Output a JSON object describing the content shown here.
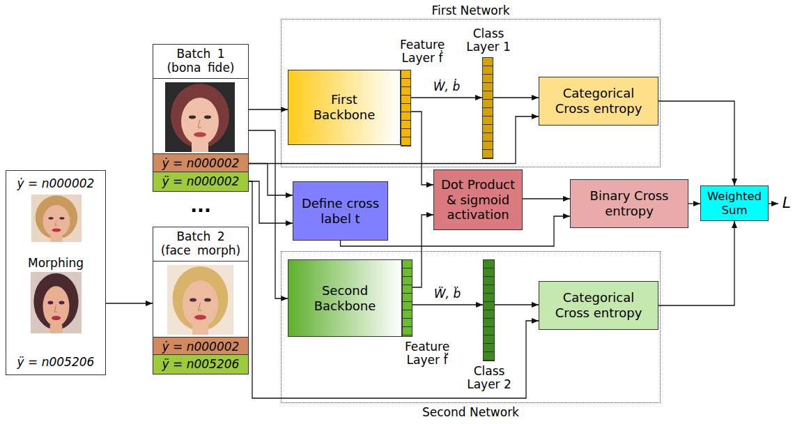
{
  "diagram": {
    "nodes": [
      {
        "text": [
          "ẏ = n000002",
          "Morphing",
          "ÿ = n005206"
        ]
      },
      {
        "text": [
          "Batch 1 (bona fide)"
        ]
      },
      {
        "text": [
          "ẏ = n000002"
        ],
        "in": 1
      },
      {
        "text": [
          "ÿ = n000002"
        ],
        "in": 1
      },
      {
        "text": [
          "Batch 2 (face morph)"
        ]
      },
      {
        "text": [
          "ẏ = n000002"
        ],
        "in": 4
      },
      {
        "text": [
          "ÿ = n005206"
        ],
        "in": 4
      },
      {
        "text": [
          "First Network"
        ]
      },
      {
        "text": [
          "First Backbone"
        ],
        "in": 7
      },
      {
        "text": [
          "Feature Layer ḟ"
        ],
        "in": 7
      },
      {
        "text": [
          "Class Layer 1"
        ],
        "in": 7
      },
      {
        "text": [
          "Categorical Cross entropy"
        ],
        "in": 7
      },
      {
        "text": [
          "Define cross label t"
        ]
      },
      {
        "text": [
          "Dot Product & sigmoid activation"
        ]
      },
      {
        "text": [
          "Binary Cross entropy"
        ]
      },
      {
        "text": [
          "Weighted Sum"
        ]
      },
      {
        "text": [
          "Second Network"
        ]
      },
      {
        "text": [
          "Second Backbone"
        ],
        "in": 16
      },
      {
        "text": [
          "Feature Layer f̈"
        ],
        "in": 16
      },
      {
        "text": [
          "Class Layer 2"
        ],
        "in": 16
      },
      {
        "text": [
          "Categorical Cross entropy"
        ],
        "in": 16
      }
    ],
    "edges": [
      {
        "from": 0,
        "to": 4,
        "arrow": "to"
      },
      {
        "from": 1,
        "to": 8,
        "arrow": "to"
      },
      {
        "from": 1,
        "to": 17,
        "arrow": "to"
      },
      {
        "from": 2,
        "to": 11,
        "arrow": "to"
      },
      {
        "from": 2,
        "to": 12,
        "arrow": "to"
      },
      {
        "from": 3,
        "to": 12,
        "arrow": "to"
      },
      {
        "from": 3,
        "to": 20,
        "arrow": "to"
      },
      {
        "from": 9,
        "to": 10,
        "label": "Ẇ, ḃ",
        "arrow": "to"
      },
      {
        "from": 10,
        "to": 11,
        "arrow": "to"
      },
      {
        "from": 9,
        "to": 13,
        "arrow": "to"
      },
      {
        "from": 18,
        "to": 13,
        "arrow": "to"
      },
      {
        "from": 18,
        "to": 19,
        "label": "Ẅ, b̈",
        "arrow": "to"
      },
      {
        "from": 19,
        "to": 20,
        "arrow": "to"
      },
      {
        "from": 12,
        "to": 14,
        "arrow": "to"
      },
      {
        "from": 13,
        "to": 14,
        "arrow": "to"
      },
      {
        "from": 11,
        "to": 15,
        "arrow": "to"
      },
      {
        "from": 14,
        "to": 15,
        "arrow": "to"
      },
      {
        "from": 20,
        "to": 15,
        "arrow": "to"
      }
    ],
    "labels": [
      "...",
      "L"
    ]
  }
}
